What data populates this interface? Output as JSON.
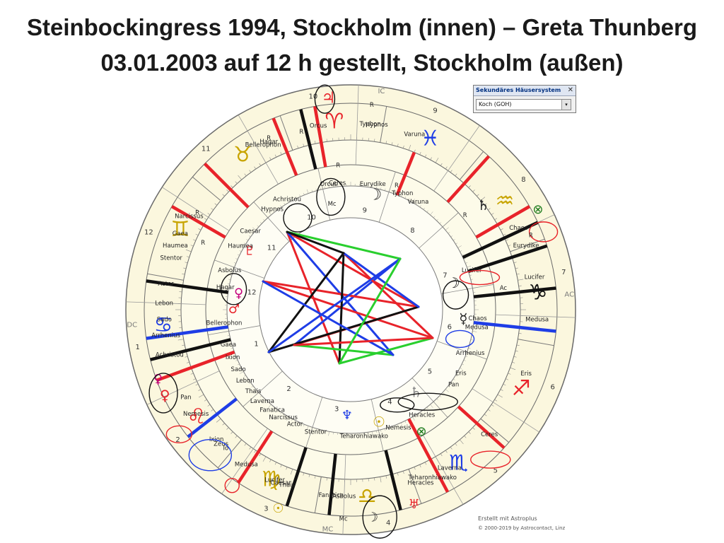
{
  "title_line1": "Steinbockingress 1994, Stockholm (innen) – Greta Thunberg",
  "title_line2": "03.01.2003 auf 12 h gestellt, Stockholm (außen)",
  "house_system_box": {
    "title": "Sekundäres Häusersystem",
    "close": "✕",
    "selected": "Koch (GOH)",
    "arrow": "▾"
  },
  "credit_line1": "Erstellt mit Astroplus",
  "credit_line2": "© 2000-2019 by Astrocontact, Linz",
  "axes": {
    "IC": "IC",
    "AC": "AC",
    "DC": "DC",
    "MC": "MC"
  },
  "colors": {
    "red": "#e8232a",
    "blue": "#1e3de6",
    "green": "#29cf2e",
    "black": "#111111",
    "ring_fill": "#fbf7de",
    "sign_color": "#c8a400"
  },
  "zodiac_signs": [
    {
      "glyph": "♋",
      "color": "#1e3de6"
    },
    {
      "glyph": "♊",
      "color": "#c8a400"
    },
    {
      "glyph": "♉",
      "color": "#c8a400"
    },
    {
      "glyph": "♈",
      "color": "#e8232a"
    },
    {
      "glyph": "♓",
      "color": "#1e3de6"
    },
    {
      "glyph": "♒",
      "color": "#c8a400"
    },
    {
      "glyph": "♑",
      "color": "#111111"
    },
    {
      "glyph": "♐",
      "color": "#e8232a"
    },
    {
      "glyph": "♏",
      "color": "#1e3de6"
    },
    {
      "glyph": "♎",
      "color": "#c8a400"
    },
    {
      "glyph": "♍",
      "color": "#c8a400"
    },
    {
      "glyph": "♌",
      "color": "#e8232a"
    }
  ],
  "outer_house_numbers": [
    "1",
    "2",
    "3",
    "4",
    "5",
    "6",
    "7",
    "8",
    "9",
    "10",
    "11",
    "12"
  ],
  "inner_house_numbers": [
    "1",
    "2",
    "3",
    "4",
    "5",
    "6",
    "7",
    "8",
    "9",
    "10",
    "11",
    "12"
  ],
  "outer_labels": [
    "Typhon",
    "Hypnos",
    "Varuna",
    "Orcus",
    "Bellerophon",
    "Hagar",
    "Narcissus",
    "Gaea",
    "Haumea",
    "Stentor",
    "Actor",
    "Lebon",
    "Sado",
    "Arrhenius",
    "Achristou",
    "Chaos",
    "Eurydike",
    "Lucifer",
    "Medusa",
    "Eris",
    "Ceres",
    "Laverna",
    "Teharonhiawako",
    "Heracles",
    "Asbolus",
    "Fanatica",
    "Caesar",
    "Thais",
    "Lucifer",
    "Medusa",
    "Io",
    "Zeus",
    "Ixion",
    "Nemesis",
    "Pan"
  ],
  "inner_labels": [
    "Orcus",
    "Eurydike",
    "Typhon",
    "Varuna",
    "Ceres",
    "Achristou",
    "Hypnos",
    "Caesar",
    "Haumea",
    "Asbolus",
    "Hagar",
    "Bellerophon",
    "Gaea",
    "Ixion",
    "Sado",
    "Lebon",
    "Thais",
    "Laverna",
    "Fanatica",
    "Narcissus",
    "Actor",
    "Stentor",
    "Teharonhiawako",
    "Nemesis",
    "Heracles",
    "Lucifer",
    "Chaos",
    "Medusa",
    "Arrhenius",
    "Eris",
    "Pan"
  ],
  "planet_glyphs": [
    "☿",
    "♀",
    "♂",
    "♃",
    "♄",
    "♅",
    "♆",
    "♇",
    "☉",
    "☽",
    "☊",
    "⊗"
  ],
  "retro_mark": "R",
  "ascendant_label": "Ac",
  "mc_label": "Mc"
}
